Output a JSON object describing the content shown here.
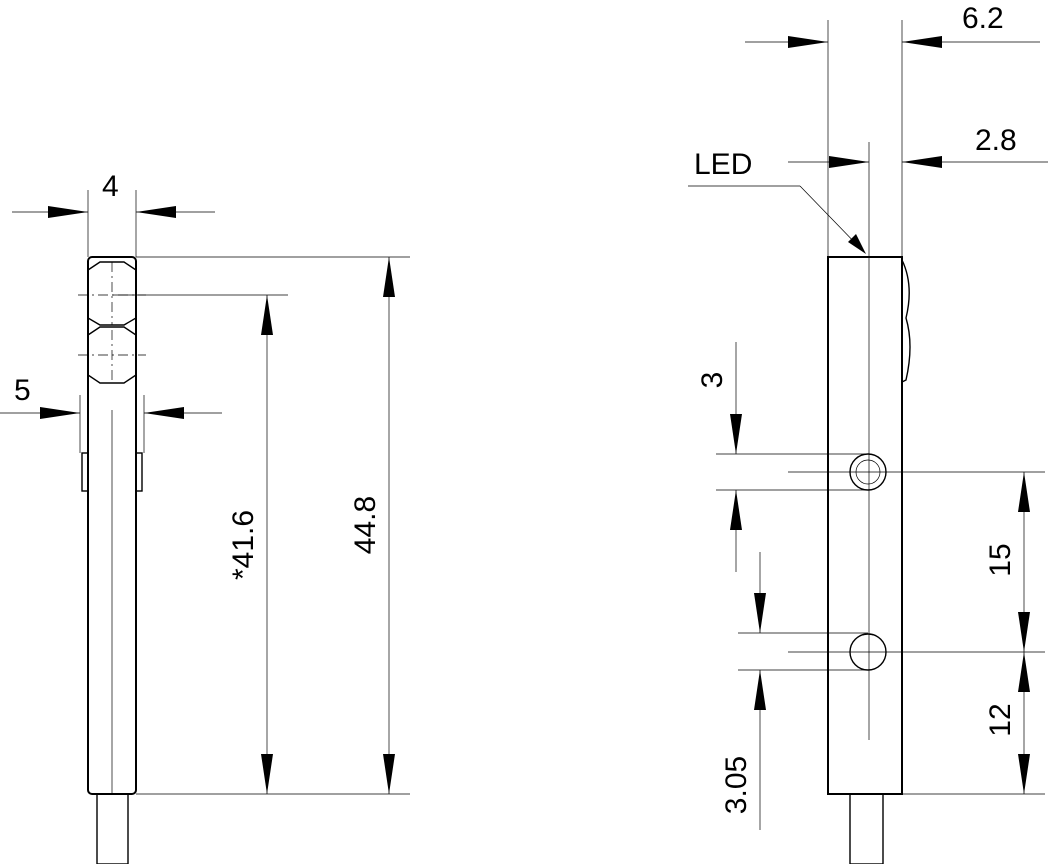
{
  "front_view": {
    "width_label": "4",
    "slot_label": "5",
    "length_inner_label": "*41.6",
    "length_total_label": "44.8"
  },
  "side_view": {
    "width_total_label": "6.2",
    "led_offset_label": "2.8",
    "led_label": "LED",
    "hole_dia_label": "3",
    "hole_pitch_label": "15",
    "hole_to_end_label": "12",
    "hole_dia2_label": "3.05"
  }
}
